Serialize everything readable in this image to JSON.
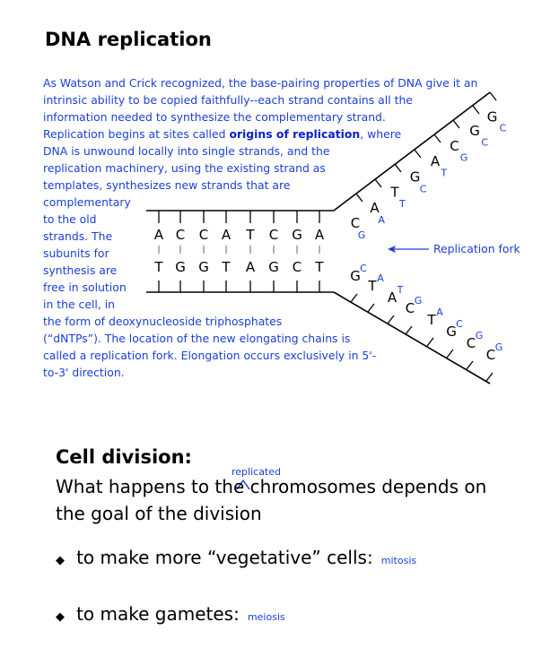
{
  "title": "DNA replication",
  "intro_lines": [
    "As Watson and Crick recognized, the base-pairing properties of DNA give it an",
    "intrinsic ability to be copied faithfully--each strand contains all the",
    "information needed to synthesize the complementary strand."
  ],
  "para_line4_pre": "Replication begins at sites called ",
  "para_line4_bold": "origins of replication",
  "para_line4_post": ", where",
  "para_lines_rest": [
    "DNA is unwound locally into single strands, and the",
    "replication machinery, using the existing strand as",
    "templates, synthesizes new strands that are",
    "complementary",
    "to the old",
    "strands.  The",
    "subunits for",
    "synthesis are",
    "free in solution",
    "in the cell, in",
    "the form of deoxynucleoside triphosphates",
    "(“dNTPs”).  The location of the new elongating chains is",
    "called a replication fork.  Elongation occurs exclusively in 5'-",
    "to-3' direction."
  ],
  "diagram": {
    "top_strand": [
      "A",
      "C",
      "C",
      "A",
      "T",
      "C",
      "G",
      "A"
    ],
    "bottom_strand": [
      "T",
      "G",
      "G",
      "T",
      "A",
      "G",
      "C",
      "T"
    ],
    "upper_arm_template": [
      "C",
      "A",
      "T",
      "G",
      "A",
      "C",
      "G",
      "G"
    ],
    "upper_arm_new": [
      "G",
      "A",
      "T",
      "C",
      "T",
      "G",
      "C",
      "C"
    ],
    "lower_arm_template": [
      "G",
      "T",
      "A",
      "C",
      "T",
      "G",
      "C",
      "C"
    ],
    "lower_arm_new": [
      "C",
      "A",
      "T",
      "G",
      "A",
      "C",
      "G",
      "G"
    ],
    "fork_label": "Replication fork"
  },
  "section2": {
    "heading": "Cell division:",
    "insert_word": "replicated",
    "line1": "What happens to the chromosomes depends on",
    "line2": "the goal of the division",
    "bullets": [
      {
        "text": "to make more “vegetative” cells:",
        "note": "mitosis"
      },
      {
        "text": "to make gametes:",
        "note": "meiosis"
      }
    ]
  },
  "colors": {
    "text": "#000000",
    "annotation": "#1a3fd6"
  }
}
